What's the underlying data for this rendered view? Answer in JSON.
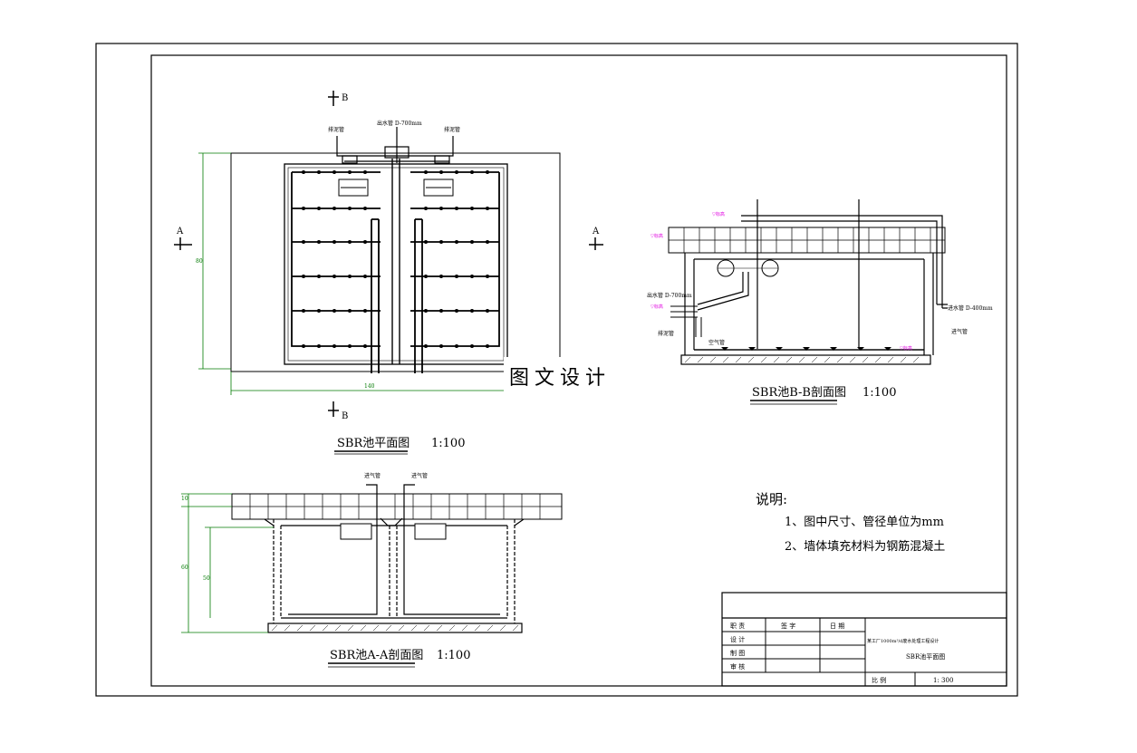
{
  "plan_view": {
    "title": "SBR池平面图",
    "scale": "1:100",
    "section_mark_b_top": "B",
    "section_mark_b_bottom": "B",
    "section_mark_a_left": "A",
    "section_mark_a_right": "A",
    "label_outlet_pipe": "出水管 D-700mm",
    "label_sludge_left": "排泥管",
    "label_sludge_right": "排泥管",
    "dim_height": "80",
    "dim_width": "140"
  },
  "section_bb": {
    "title": "SBR池B-B剖面图",
    "scale": "1:100",
    "label_outlet_pipe": "出水管 D-700mm",
    "label_sludge_pipe": "排泥管",
    "label_air_pipe": "空气管",
    "label_inlet_pipe": "进水管 D-400mm",
    "label_air_in": "进气管"
  },
  "section_aa": {
    "title": "SBR池A-A剖面图",
    "scale": "1:100",
    "label_air_left": "进气管",
    "label_air_right": "进气管",
    "dim_top": "10",
    "dim_mid": "60",
    "dim_inner": "50"
  },
  "notes": {
    "heading": "说明:",
    "line1": "1、图中尺寸、管径单位为mm",
    "line2": "2、墙体填充材料为钢筋混凝土"
  },
  "title_block": {
    "col_sign": "签 字",
    "col_date": "日 期",
    "row1": "职 责",
    "row2": "设 计",
    "row3": "制 图",
    "row4": "审 核",
    "project": "某工厂1000m³/d废水处理工程设计",
    "drawing_name": "SBR池平面图",
    "scale_label": "比 例",
    "scale_value": "1: 300"
  },
  "watermark": "图文设计"
}
